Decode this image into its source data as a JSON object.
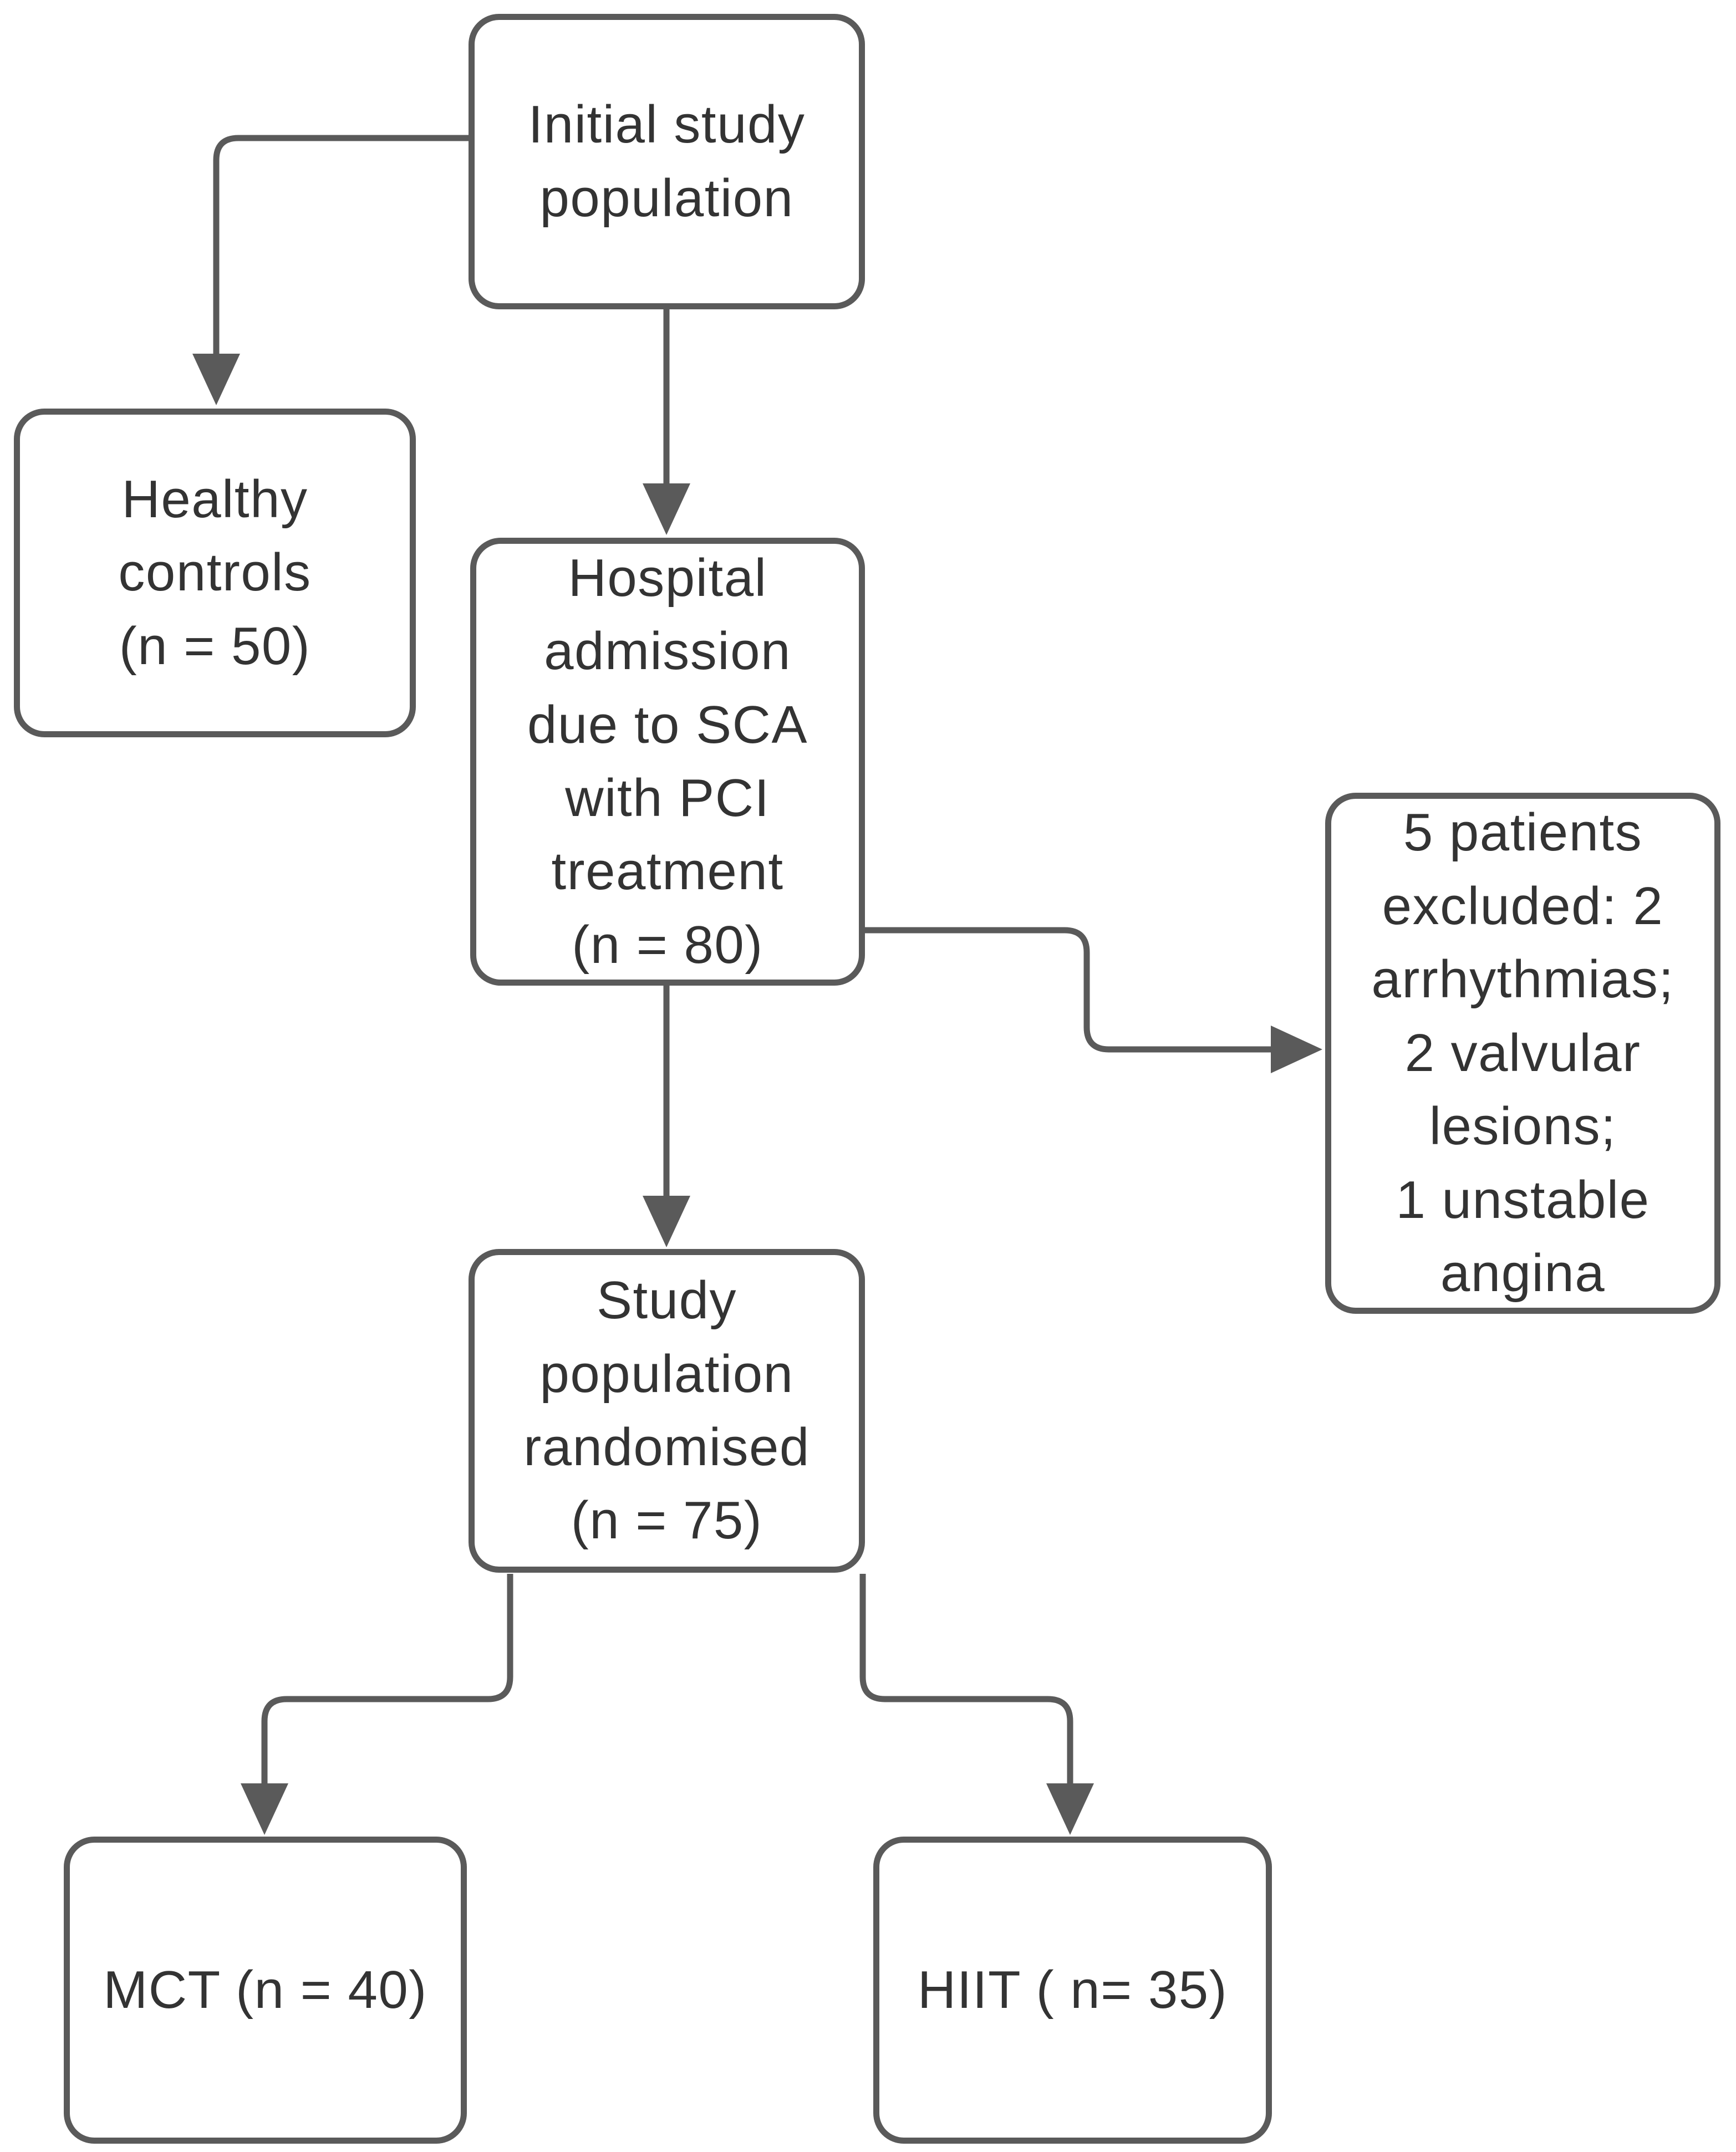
{
  "diagram": {
    "kind": "flowchart",
    "colors": {
      "box_border": "#5a5a5a",
      "arrow": "#5a5a5a",
      "text": "#333333",
      "background": "#ffffff"
    }
  },
  "nodes": {
    "initial": {
      "label": "Initial study\npopulation"
    },
    "healthy": {
      "label": "Healthy\ncontrols\n(n = 50)",
      "n": 50
    },
    "hospital": {
      "label": "Hospital\nadmission\ndue to SCA\nwith PCI\ntreatment\n(n = 80)",
      "n": 80
    },
    "excluded": {
      "label": "5 patients\nexcluded: 2\narrhythmias;\n2 valvular\nlesions;\n1 unstable\nangina",
      "n": 5
    },
    "randomised": {
      "label": "Study\npopulation\nrandomised\n(n = 75)",
      "n": 75
    },
    "mct": {
      "label": "MCT (n = 40)",
      "n": 40
    },
    "hiit": {
      "label": "HIIT ( n= 35)",
      "n": 35
    }
  },
  "edges": [
    {
      "from": "initial",
      "to": "healthy"
    },
    {
      "from": "initial",
      "to": "hospital"
    },
    {
      "from": "hospital",
      "to": "excluded"
    },
    {
      "from": "hospital",
      "to": "randomised"
    },
    {
      "from": "randomised",
      "to": "mct"
    },
    {
      "from": "randomised",
      "to": "hiit"
    }
  ]
}
